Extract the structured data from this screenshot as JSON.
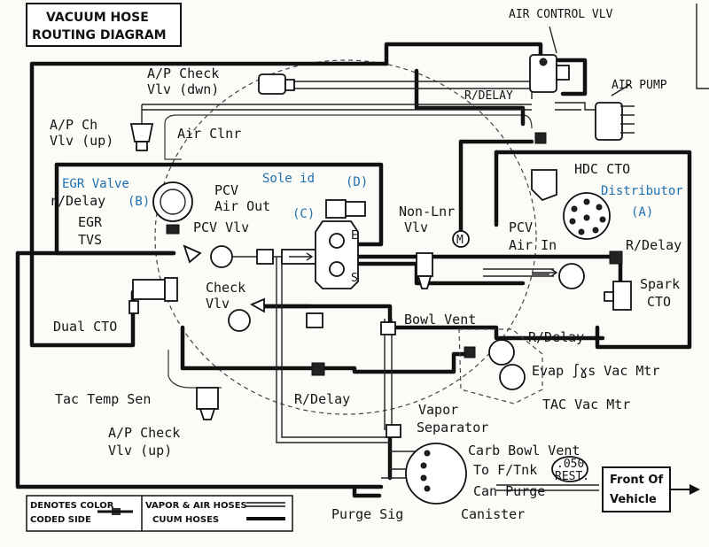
{
  "title": {
    "line1": "VACUUM HOSE",
    "line2": "ROUTING DIAGRAM"
  },
  "labels": {
    "air_control_vlv": "AIR CONTROL VLV",
    "air_pump": "AIR PUMP",
    "r_delay_top": "R/DELAY",
    "ap_check_dwn_1": "A/P Check",
    "ap_check_dwn_2": "Vlv (dwn)",
    "ap_ch_up_1": "A/P Ch",
    "ap_ch_up_2": "Vlv (up)",
    "air_clnr": "Air Clnr",
    "hdc_cto": "HDC CTO",
    "distributor": "Distributor",
    "distributor_a": "(A)",
    "solenoid": "Sole  id",
    "sol_d": "(D)",
    "sol_c": "(C)",
    "egr_valve": "EGR Valve",
    "r_delay_left": "r/Delay",
    "egr_b": "(B)",
    "egr": "EGR",
    "tvs": "TVS",
    "pcv_air_out_1": "PCV",
    "pcv_air_out_2": "Air Out",
    "pcv_vlv": "PCV Vlv",
    "non_lnr_1": "Non-Lnr",
    "non_lnr_2": "Vlv",
    "pcv_air_in_1": "PCV",
    "pcv_air_in_2": "Air  In",
    "r_delay_right": "R/Delay",
    "spark_cto_1": "Spark",
    "spark_cto_2": "CTO",
    "check_vlv_1": "Check",
    "check_vlv_2": "Vlv",
    "dual_cto": "Dual CTO",
    "bowl_vent": "Bowl Vent",
    "r_delay_mid_right": "R/Delay",
    "evap_vac_mtr": "Evap  ∫ɣs Vac Mtr",
    "r_delay_bottom": "R/Delay",
    "tac_vac_mtr": "TAC Vac Mtr",
    "tac_temp_sen": "Tac Temp Sen",
    "ap_check_up_1": "A/P Check",
    "ap_check_up_2": "Vlv (up)",
    "vapor_sep_1": "Vapor",
    "vapor_sep_2": "Separator",
    "carb_bowl_vent": "Carb Bowl Vent",
    "to_f_tnk": "To F/Tnk",
    "rest_1": ".050",
    "rest_2": "REST.",
    "can_purge": "Can Purge",
    "purge_sig": "Purge Sig",
    "canister": "Canister",
    "front_1": "Front Of",
    "front_2": "Vehicle",
    "m_marker": "M",
    "e_marker": "E",
    "s_marker": "S"
  },
  "legend": {
    "denotes_1": "DENOTES COLOR",
    "denotes_2": "CODED SIDE",
    "vapor_air": "VAPOR & AIR HOSES",
    "vacuum": "CUUM HOSES"
  }
}
